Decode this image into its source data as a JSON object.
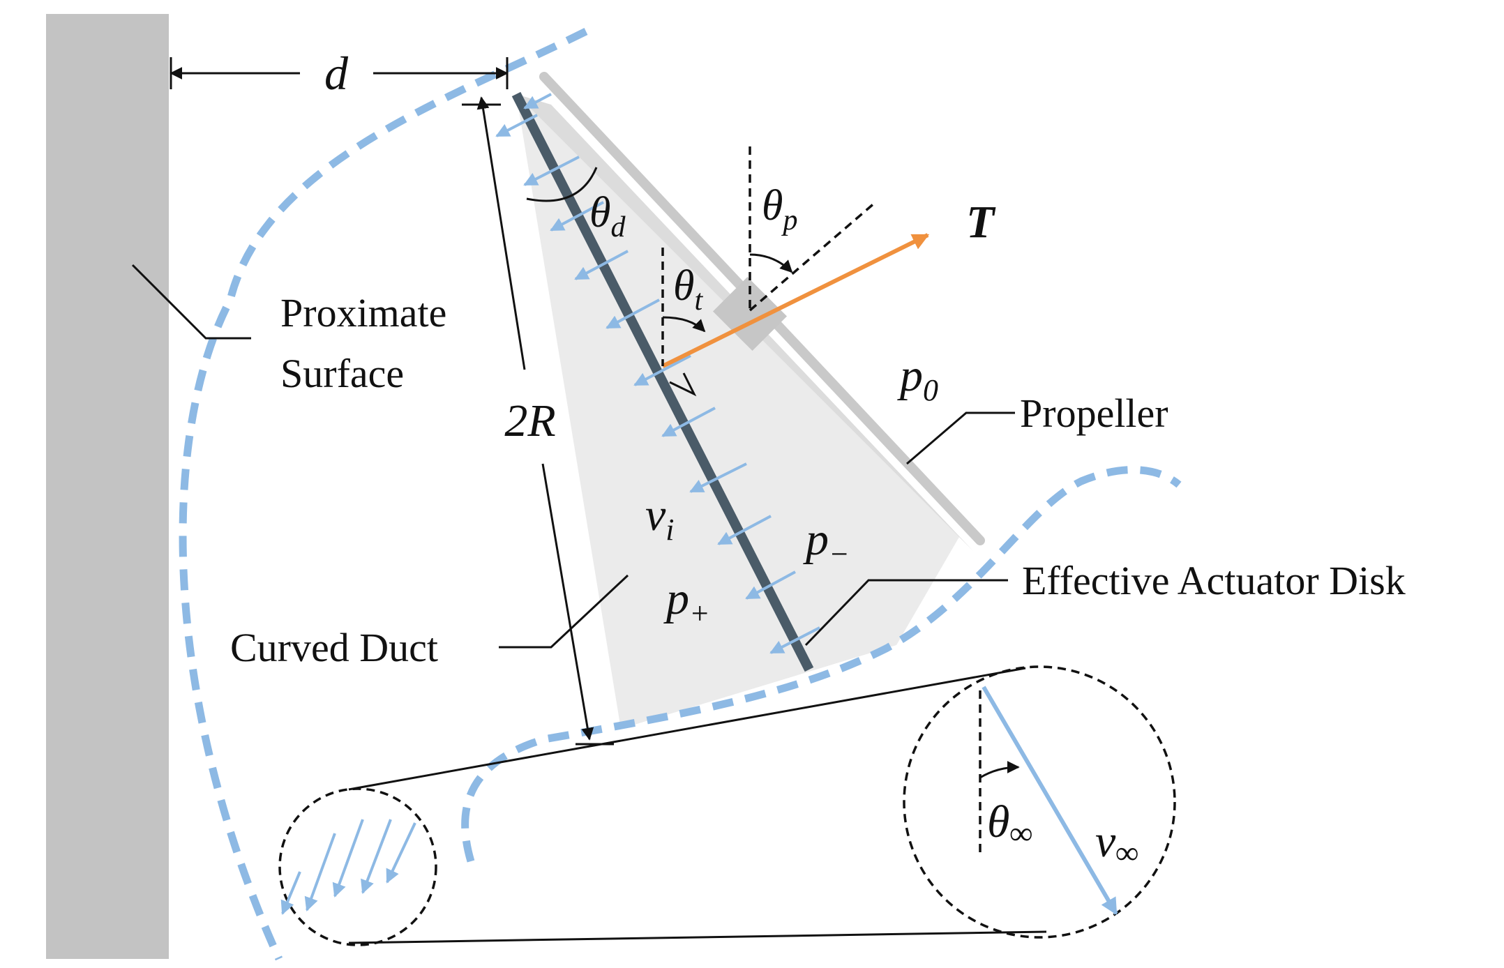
{
  "labels": {
    "proximate_surface_line1": "Proximate",
    "proximate_surface_line2": "Surface",
    "propeller": "Propeller",
    "effective_actuator_disk": "Effective Actuator Disk",
    "curved_duct": "Curved Duct"
  },
  "symbols": {
    "d": "d",
    "two_r": "2R",
    "theta_d": "θ",
    "theta_d_sub": "d",
    "theta_p": "θ",
    "theta_p_sub": "p",
    "theta_t": "θ",
    "theta_t_sub": "t",
    "thrust": "T",
    "p0": "p",
    "p0_sub": "0",
    "v_i": "v",
    "v_i_sub": "i",
    "p_minus": "p",
    "p_minus_sub": "−",
    "p_plus": "p",
    "p_plus_sub": "+",
    "theta_inf": "θ",
    "theta_inf_sub": "∞",
    "v_inf": "v",
    "v_inf_sub": "∞"
  },
  "colors": {
    "wall": "#c3c3c3",
    "duct_flow": "#8db9e4",
    "thrust": "#f0913e",
    "disk": "#4a5b68",
    "propeller": "#c9c9c9",
    "stream_tube": "#ebebeb"
  }
}
